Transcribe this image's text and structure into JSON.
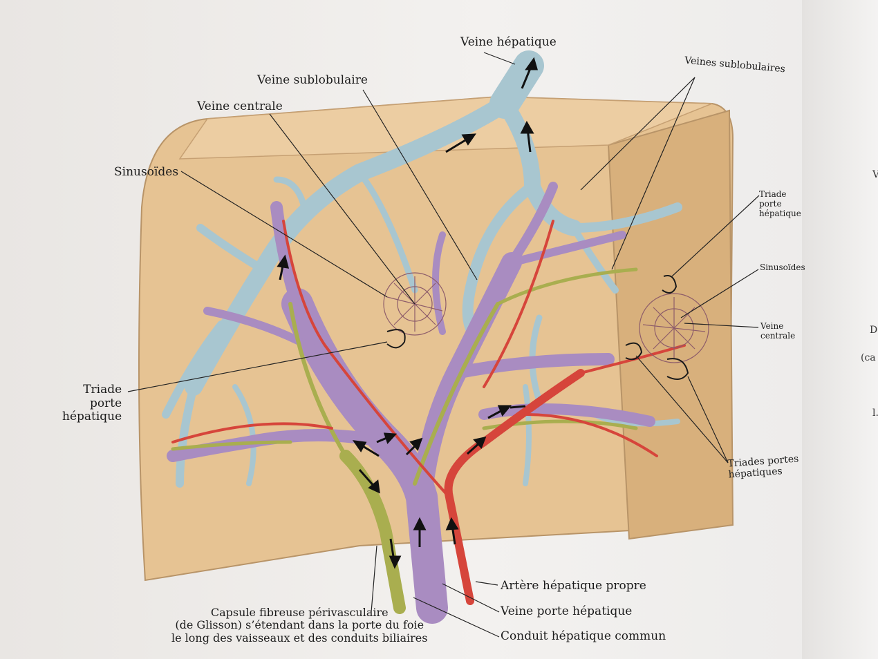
{
  "labels": {
    "veine_hepatique": "Veine hépatique",
    "veine_sublobulaire": "Veine sublobulaire",
    "veines_sublobulaires": "Veines sublobulaires",
    "veine_centrale": "Veine centrale",
    "sinusoides": "Sinusoïdes",
    "triade_left": "Triade\nporte\nhépatique",
    "triade_right": "Triade\nporte\nhépatique",
    "sinusoides_right": "Sinusoïdes",
    "veine_centrale_right": "Veine\ncentrale",
    "triades_portes": "Triades portes\nhépatiques",
    "artere": "Artère hépatique propre",
    "veine_porte": "Veine porte hépatique",
    "conduit": "Conduit hépatique commun",
    "capsule": "Capsule fibreuse périvasculaire\n(de Glisson) s’étendant dans la porte du foie\nle long des vaisseaux et des conduits biliaires"
  },
  "edge_text": [
    "V",
    "D",
    "(ca",
    "l."
  ],
  "colors": {
    "liver": "#e8c79a",
    "liver_side": "#d9b27f",
    "hepatic_vein": "#a9c7d1",
    "portal_vein": "#a98cc0",
    "artery": "#d8453c",
    "bile_duct": "#a5ad4f"
  }
}
